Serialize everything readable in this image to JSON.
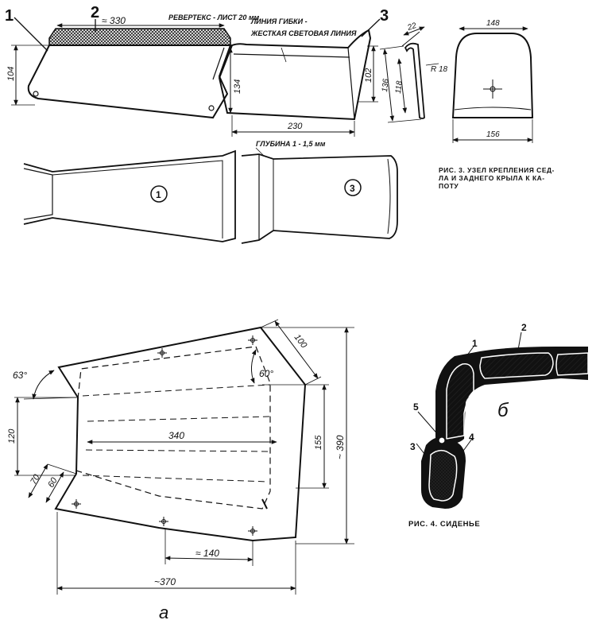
{
  "part_numbers": {
    "p1": "1",
    "p2": "2",
    "p3": "3"
  },
  "circled": {
    "c1": "1",
    "c3": "3"
  },
  "notes": {
    "revertex": "РЕВЕРТЕКС - ЛИСТ 20 мм",
    "bend_line_1": "ЛИНИЯ ГИБКИ -",
    "bend_line_2": "ЖЕСТКАЯ СВЕТОВАЯ ЛИНИЯ",
    "depth": "ГЛУБИНА 1 - 1,5 мм"
  },
  "dims_top": {
    "d330": "≈ 330",
    "d104": "104",
    "d134": "134",
    "d102": "102",
    "d230": "230",
    "d22": "22",
    "d136": "136",
    "d118": "118",
    "r18": "R 18",
    "d148": "148",
    "d156": "156"
  },
  "caption3": {
    "line1": "РИС. 3. УЗЕЛ КРЕПЛЕНИЯ СЕД-",
    "line2": "ЛА И ЗАДНЕГО КРЫЛА К КА-",
    "line3": "ПОТУ"
  },
  "dims_a": {
    "a63": "63°",
    "a60": "60°",
    "d100": "100",
    "d120": "120",
    "d340": "340",
    "d155": "155",
    "d390": "~ 390",
    "d70": "70",
    "d60": "60",
    "d140": "≈ 140",
    "d370": "~370"
  },
  "label_a": "а",
  "label_b": "б",
  "seat_parts": {
    "s1": "1",
    "s2": "2",
    "s3": "3",
    "s4": "4",
    "s5": "5"
  },
  "caption4": "РИС. 4. СИДЕНЬЕ"
}
